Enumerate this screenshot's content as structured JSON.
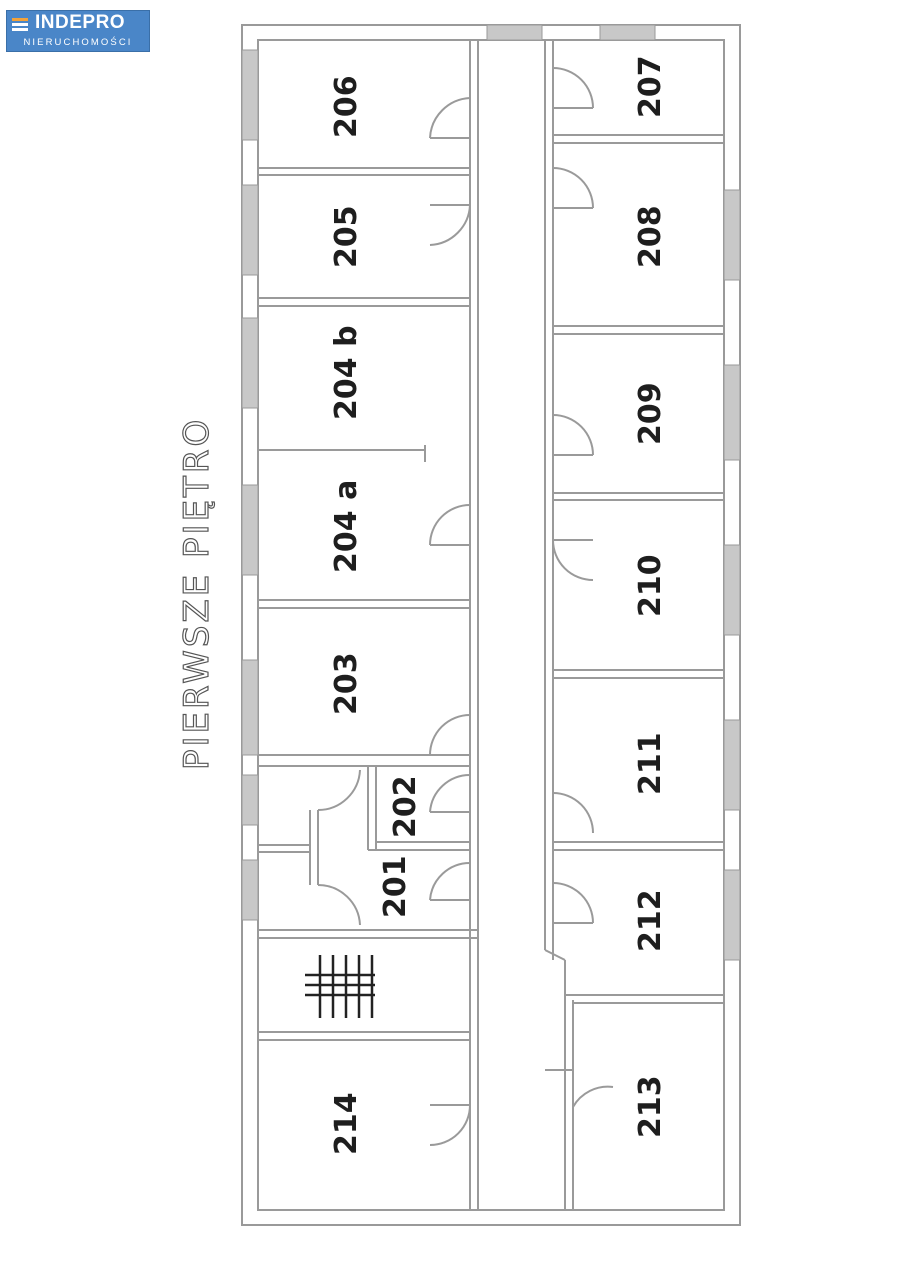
{
  "logo": {
    "brand": "INDEPRO",
    "tagline": "NIERUCHOMOŚCI",
    "colors": {
      "background": "#4a86c8",
      "text": "#ffffff"
    }
  },
  "plan": {
    "floor_title": "PIERWSZE PIĘTRO",
    "rooms": [
      {
        "id": "206",
        "label": "206"
      },
      {
        "id": "205",
        "label": "205"
      },
      {
        "id": "204b",
        "label": "204 b"
      },
      {
        "id": "204a",
        "label": "204 a"
      },
      {
        "id": "203",
        "label": "203"
      },
      {
        "id": "202",
        "label": "202"
      },
      {
        "id": "201",
        "label": "201"
      },
      {
        "id": "214",
        "label": "214"
      },
      {
        "id": "207",
        "label": "207"
      },
      {
        "id": "208",
        "label": "208"
      },
      {
        "id": "209",
        "label": "209"
      },
      {
        "id": "210",
        "label": "210"
      },
      {
        "id": "211",
        "label": "211"
      },
      {
        "id": "212",
        "label": "212"
      },
      {
        "id": "213",
        "label": "213"
      }
    ],
    "colors": {
      "wall": "#9a9a9a",
      "window": "#c8c8c8",
      "label": "#1e1e1e"
    }
  }
}
